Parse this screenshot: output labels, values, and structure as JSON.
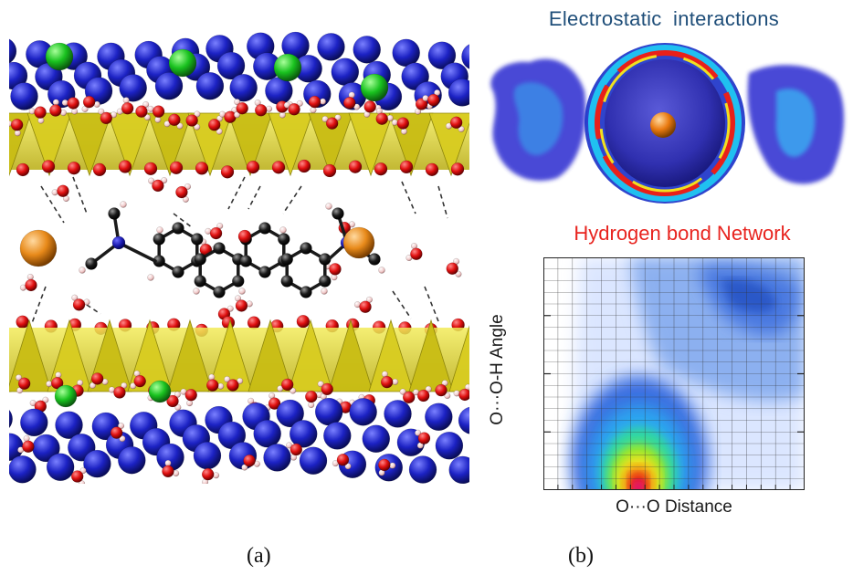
{
  "panel_b": {
    "top_title": "Electrostatic  interactions",
    "bottom_title": "Hydrogen bond Network",
    "y_axis_label": "O···O-H Angle",
    "x_axis_label": "O···O Distance"
  },
  "captions": {
    "a": "(a)",
    "b": "(b)"
  },
  "colors": {
    "top_title": "#1f4e79",
    "bottom_title": "#e8241f",
    "yellow_tetrahedra": "#e0d51a",
    "blue_atoms": "#1c22c4",
    "green_atoms": "#19c21f",
    "red_oxygen": "#e01010",
    "orange_cation": "#e88a1a",
    "carbon": "#1a1a1a"
  }
}
